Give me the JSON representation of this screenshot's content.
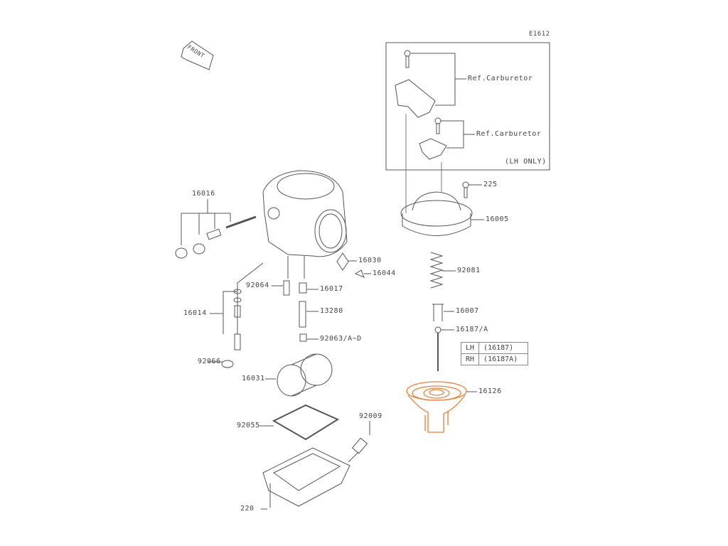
{
  "diagram_code": "E1612",
  "front_label": "FRONT",
  "ref_labels": [
    "Ref.Carburetor",
    "Ref.Carburetor"
  ],
  "inset_note": "(LH ONLY)",
  "highlight_color": "#e8803a",
  "parts": {
    "p225": "225",
    "p16005": "16005",
    "p92081": "92081",
    "p16007": "16007",
    "p16187": "16187/A",
    "p16126": "16126",
    "p16016": "16016",
    "p16030": "16030",
    "p16044": "16044",
    "p92064": "92064",
    "p16017": "16017",
    "p16014": "16014",
    "p13280": "13280",
    "p92063": "92063/A~D",
    "p92066": "92066",
    "p16031": "16031",
    "p92009": "92009",
    "p92055": "92055",
    "p220": "220"
  },
  "variant_table": [
    {
      "side": "LH",
      "part": "(16187)"
    },
    {
      "side": "RH",
      "part": "(16187A)"
    }
  ]
}
